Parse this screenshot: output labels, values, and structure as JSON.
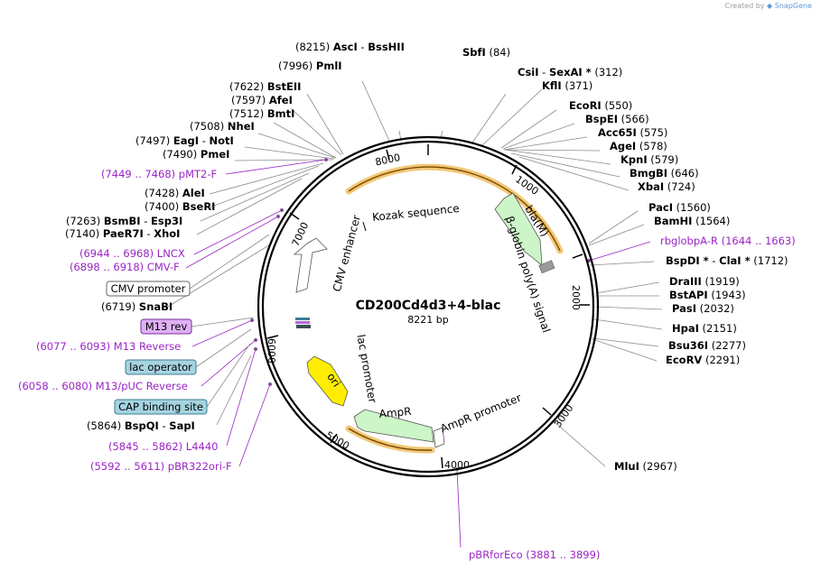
{
  "brand": {
    "created_by": "Created by",
    "app": "SnapGene"
  },
  "plasmid": {
    "name": "CD200Cd4d3+4-blac",
    "length": "8221 bp"
  },
  "colors": {
    "site": "#000000",
    "primer": "#9a25c4",
    "leader": "#8a8a8a",
    "backbone": "#000000",
    "pos": "#000000"
  },
  "sites": [
    {
      "id": "ascI",
      "pos": "(8215)",
      "name": "AscI",
      "sep": " - ",
      "name2": "BssHII",
      "kind": "site"
    },
    {
      "id": "sbfI",
      "name": "SbfI",
      "pos": "(84)",
      "kind": "site"
    },
    {
      "id": "pmlI",
      "pos": "(7996)",
      "name": "PmlI",
      "kind": "site"
    },
    {
      "id": "csiI",
      "name": "CsiI",
      "sep": " - ",
      "name2": "SexAI *",
      "pos": "(312)",
      "kind": "site"
    },
    {
      "id": "kflI",
      "name": "KflI",
      "pos": "(371)",
      "kind": "site"
    },
    {
      "id": "bstEII",
      "pos": "(7622)",
      "name": "BstEII",
      "kind": "site"
    },
    {
      "id": "afeI",
      "pos": "(7597)",
      "name": "AfeI",
      "kind": "site"
    },
    {
      "id": "ecoRI",
      "name": "EcoRI",
      "pos": "(550)",
      "kind": "site"
    },
    {
      "id": "bmtI",
      "pos": "(7512)",
      "name": "BmtI",
      "kind": "site"
    },
    {
      "id": "bspEI",
      "name": "BspEI",
      "pos": "(566)",
      "kind": "site"
    },
    {
      "id": "nheI",
      "pos": "(7508)",
      "name": "NheI",
      "kind": "site"
    },
    {
      "id": "acc65I",
      "name": "Acc65I",
      "pos": "(575)",
      "kind": "site"
    },
    {
      "id": "eagI",
      "pos": "(7497)",
      "name": "EagI",
      "sep": " - ",
      "name2": "NotI",
      "kind": "site"
    },
    {
      "id": "ageI",
      "name": "AgeI",
      "pos": "(578)",
      "kind": "site"
    },
    {
      "id": "pmeI",
      "pos": "(7490)",
      "name": "PmeI",
      "kind": "site"
    },
    {
      "id": "kpnI",
      "name": "KpnI",
      "pos": "(579)",
      "kind": "site"
    },
    {
      "id": "pmt2f",
      "pos": "(7449 .. 7468)",
      "name": "pMT2-F",
      "kind": "primer"
    },
    {
      "id": "bmgBI",
      "name": "BmgBI",
      "pos": "(646)",
      "kind": "site"
    },
    {
      "id": "xbaI",
      "name": "XbaI",
      "pos": "(724)",
      "kind": "site"
    },
    {
      "id": "aleI",
      "pos": "(7428)",
      "name": "AleI",
      "kind": "site"
    },
    {
      "id": "bseRI",
      "pos": "(7400)",
      "name": "BseRI",
      "kind": "site"
    },
    {
      "id": "pacI",
      "name": "PacI",
      "pos": "(1560)",
      "kind": "site"
    },
    {
      "id": "bsmBI",
      "pos": "(7263)",
      "name": "BsmBI",
      "sep": " - ",
      "name2": "Esp3I",
      "kind": "site"
    },
    {
      "id": "bamHI",
      "name": "BamHI",
      "pos": "(1564)",
      "kind": "site"
    },
    {
      "id": "paeR7I",
      "pos": "(7140)",
      "name": "PaeR7I",
      "sep": " - ",
      "name2": "XhoI",
      "kind": "site"
    },
    {
      "id": "rbglob",
      "name": "rbglobpA-R",
      "pos": "(1644 .. 1663)",
      "kind": "primer"
    },
    {
      "id": "lncx",
      "pos": "(6944 .. 6968)",
      "name": "LNCX",
      "kind": "primer"
    },
    {
      "id": "bspDI",
      "name": "BspDI *",
      "sep": " - ",
      "name2": "ClaI *",
      "pos": "(1712)",
      "kind": "site"
    },
    {
      "id": "cmvF",
      "pos": "(6898 .. 6918)",
      "name": "CMV-F",
      "kind": "primer"
    },
    {
      "id": "draIII",
      "name": "DraIII",
      "pos": "(1919)",
      "kind": "site"
    },
    {
      "id": "bstAPI",
      "name": "BstAPI",
      "pos": "(1943)",
      "kind": "site"
    },
    {
      "id": "pasI",
      "name": "PasI",
      "pos": "(2032)",
      "kind": "site"
    },
    {
      "id": "snaBI",
      "pos": "(6719)",
      "name": "SnaBI",
      "kind": "site"
    },
    {
      "id": "hpaI",
      "name": "HpaI",
      "pos": "(2151)",
      "kind": "site"
    },
    {
      "id": "m13rev2",
      "pos": "(6077 .. 6093)",
      "name": "M13 Reverse",
      "kind": "primer"
    },
    {
      "id": "bsu36I",
      "name": "Bsu36I",
      "pos": "(2277)",
      "kind": "site"
    },
    {
      "id": "ecoRV",
      "name": "EcoRV",
      "pos": "(2291)",
      "kind": "site"
    },
    {
      "id": "m13puc",
      "pos": "(6058 .. 6080)",
      "name": "M13/pUC Reverse",
      "kind": "primer"
    },
    {
      "id": "bspQI",
      "pos": "(5864)",
      "name": "BspQI",
      "sep": " - ",
      "name2": "SapI",
      "kind": "site"
    },
    {
      "id": "l4440",
      "pos": "(5845 .. 5862)",
      "name": "L4440",
      "kind": "primer"
    },
    {
      "id": "mluI",
      "name": "MluI",
      "pos": "(2967)",
      "kind": "site"
    },
    {
      "id": "pbr322",
      "pos": "(5592 .. 5611)",
      "name": "pBR322ori-F",
      "kind": "primer"
    },
    {
      "id": "pbrfor",
      "name": "pBRforEco",
      "pos": "(3881 .. 3899)",
      "kind": "primer"
    }
  ],
  "boxed": [
    {
      "id": "cmvbox",
      "label": "CMV promoter",
      "fill": "#ffffff",
      "stroke": "#666666",
      "color": "#000000"
    },
    {
      "id": "m13box",
      "label": "M13 rev",
      "fill": "#e0b0f5",
      "stroke": "#7a2f9a",
      "color": "#000000"
    },
    {
      "id": "lacbox",
      "label": "lac operator",
      "fill": "#a6d3e0",
      "stroke": "#3b7f95",
      "color": "#000000"
    },
    {
      "id": "capbox",
      "label": "CAP binding site",
      "fill": "#a6d3e0",
      "stroke": "#3b7f95",
      "color": "#000000"
    }
  ],
  "ticks": [
    "1000",
    "2000",
    "3000",
    "4000",
    "5000",
    "6000",
    "7000",
    "8000"
  ],
  "features": [
    {
      "id": "kozak",
      "label": "Kozak sequence",
      "color": "#ffffff"
    },
    {
      "id": "bla",
      "label": "bla(M)",
      "color": "#ccf5c8"
    },
    {
      "id": "globin",
      "label": "β-globin poly(A) signal",
      "color": "#9a9a9a"
    },
    {
      "id": "cmvenh",
      "label": "CMV enhancer",
      "color": "#ffffff"
    },
    {
      "id": "lacprom",
      "label": "lac promoter",
      "color": "#ffffff"
    },
    {
      "id": "ori",
      "label": "ori",
      "color": "#ffee00"
    },
    {
      "id": "ampr",
      "label": "AmpR",
      "color": "#ccf5c8"
    },
    {
      "id": "amprprom",
      "label": "AmpR promoter",
      "color": "#ffffff"
    }
  ]
}
